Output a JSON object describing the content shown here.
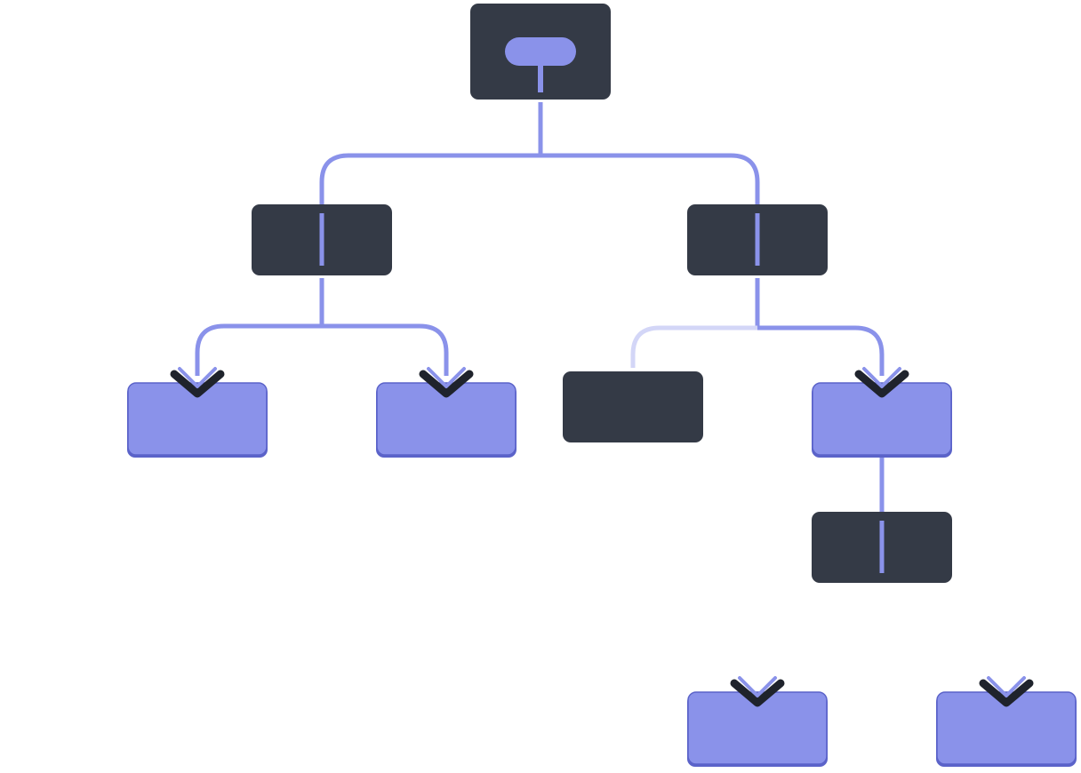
{
  "colors": {
    "background": "#ffffff",
    "dark_node": "#343a46",
    "accent": "#8a92ea",
    "accent_faded": "#d3d6f7",
    "leaf_fill": "#8a92ea",
    "leaf_border": "#5b63c9",
    "arrow_dark": "#1f232c"
  },
  "tree": {
    "root": {
      "kind": "dark",
      "has_pill": true,
      "children": [
        {
          "kind": "dark",
          "has_bar": true,
          "children": [
            {
              "kind": "leaf",
              "arrow": true
            },
            {
              "kind": "leaf",
              "arrow": true
            }
          ]
        },
        {
          "kind": "dark",
          "has_bar": true,
          "children": [
            {
              "kind": "dark",
              "faded_edge": true
            },
            {
              "kind": "leaf",
              "arrow": true,
              "children": [
                {
                  "kind": "dark",
                  "has_bar": true,
                  "children": [
                    {
                      "kind": "leaf",
                      "arrow": true
                    },
                    {
                      "kind": "leaf",
                      "arrow": true
                    }
                  ]
                }
              ]
            }
          ]
        }
      ]
    }
  }
}
